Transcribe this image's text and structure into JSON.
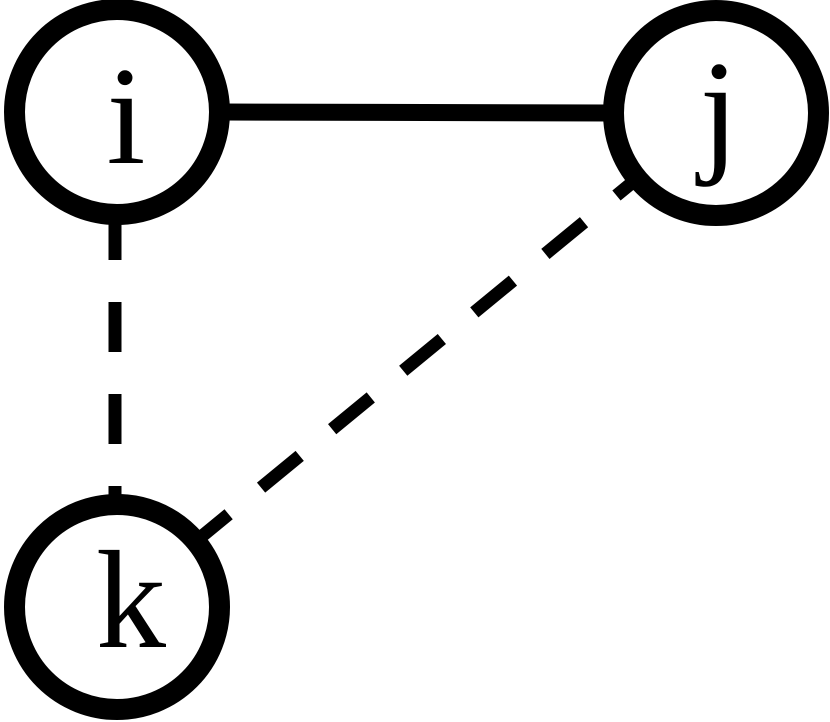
{
  "diagram": {
    "type": "graph",
    "description": "Undirected graph with three nodes; solid edge between i and j, dashed edges between i and k and between j and k",
    "colors": {
      "ink": "#000000",
      "background": "#ffffff"
    },
    "nodes": [
      {
        "id": "i",
        "label": "i",
        "position": "top-left"
      },
      {
        "id": "j",
        "label": "j",
        "position": "top-right"
      },
      {
        "id": "k",
        "label": "k",
        "position": "bottom-left"
      }
    ],
    "edges": [
      {
        "from": "i",
        "to": "j",
        "style": "solid"
      },
      {
        "from": "i",
        "to": "k",
        "style": "dashed"
      },
      {
        "from": "j",
        "to": "k",
        "style": "dashed"
      }
    ]
  }
}
